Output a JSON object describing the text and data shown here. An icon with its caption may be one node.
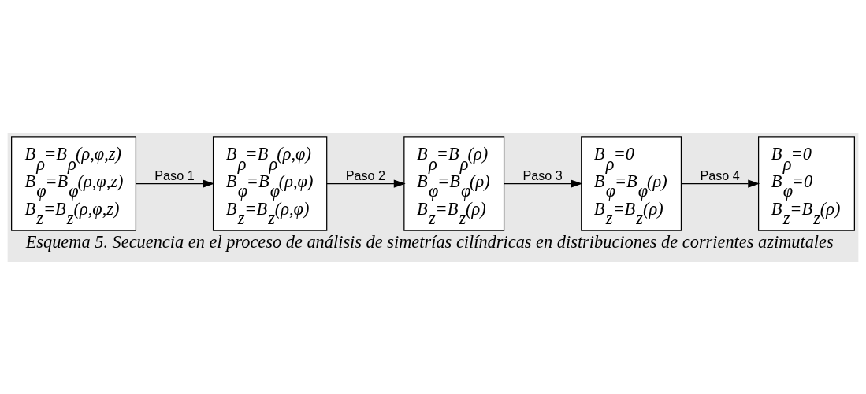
{
  "diagram": {
    "caption": "Esquema 5. Secuencia en el proceso de análisis de simetrías cilíndricas en distribuciones de corrientes azimutales",
    "nodes": [
      {
        "text": [
          "B$_{ρ}$=B$_{ρ}$(ρ,φ,z)",
          "B$_{φ}$=B$_{φ}$(ρ,φ,z)",
          "B$_{z}$=B$_{z}$(ρ,φ,z)"
        ]
      },
      {
        "text": [
          "B$_{ρ}$=B$_{ρ}$(ρ,φ)",
          "B$_{φ}$=B$_{φ}$(ρ,φ)",
          "B$_{z}$=B$_{z}$(ρ,φ)"
        ]
      },
      {
        "text": [
          "B$_{ρ}$=B$_{ρ}$(ρ)",
          "B$_{φ}$=B$_{φ}$(ρ)",
          "B$_{z}$=B$_{z}$(ρ)"
        ]
      },
      {
        "text": [
          "B$_{ρ}$=0",
          "B$_{φ}$=B$_{φ}$(ρ)",
          "B$_{z}$=B$_{z}$(ρ)"
        ]
      },
      {
        "text": [
          "B$_{ρ}$=0",
          "B$_{φ}$=0",
          "B$_{z}$=B$_{z}$(ρ)"
        ]
      }
    ],
    "edges": [
      {
        "from": 0,
        "to": 1,
        "arrow": "to",
        "label": "Paso 1"
      },
      {
        "from": 1,
        "to": 2,
        "arrow": "to",
        "label": "Paso 2"
      },
      {
        "from": 2,
        "to": 3,
        "arrow": "to",
        "label": "Paso 3"
      },
      {
        "from": 3,
        "to": 4,
        "arrow": "to",
        "label": "Paso 4"
      }
    ]
  }
}
